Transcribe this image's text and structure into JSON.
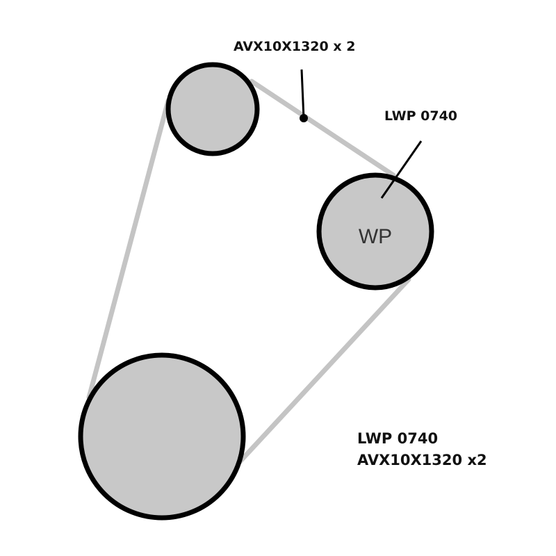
{
  "diagram": {
    "pulley_fill": "#c8c8c8",
    "belt_color": "#c4c4c4",
    "pulleys": [
      {
        "name": "top-idler",
        "label": ""
      },
      {
        "name": "water-pump",
        "label": "WP"
      },
      {
        "name": "crankshaft",
        "label": ""
      }
    ],
    "callouts": {
      "belt": "AVX10X1320  x 2",
      "water_pump": "LWP 0740"
    },
    "summary": {
      "line1": "LWP 0740",
      "line2": "AVX10X1320 x2"
    }
  }
}
